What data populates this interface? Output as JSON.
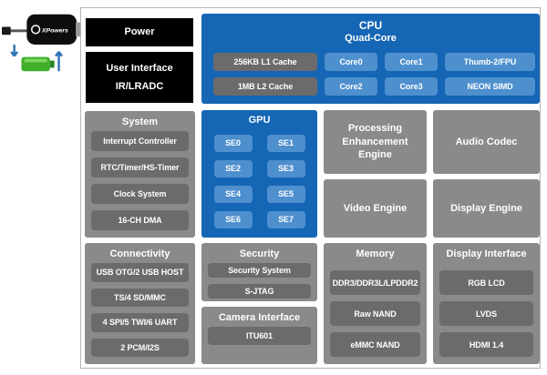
{
  "device": {
    "brand": "XPowers"
  },
  "left_column": {
    "power": "Power",
    "user_interface": {
      "line1": "User Interface",
      "line2": "IR/LRADC"
    },
    "system": {
      "title": "System",
      "items": [
        "Interrupt Controller",
        "RTC/Timer/HS-Timer",
        "Clock System",
        "16-CH DMA"
      ]
    },
    "connectivity": {
      "title": "Connectivity",
      "items": [
        "USB OTG/2 USB HOST",
        "TS/4 SD/MMC",
        "4 SPI/5 TWI/6 UART",
        "2 PCM/I2S"
      ]
    }
  },
  "cpu": {
    "title": "CPU",
    "subtitle": "Quad-Core",
    "l1_cache": "256KB L1 Cache",
    "l2_cache": "1MB L2 Cache",
    "cores": [
      "Core0",
      "Core1",
      "Core2",
      "Core3"
    ],
    "fpu": "Thumb-2/FPU",
    "simd": "NEON SIMD"
  },
  "gpu": {
    "title": "GPU",
    "shader_engines": [
      "SE0",
      "SE1",
      "SE2",
      "SE3",
      "SE4",
      "SE5",
      "SE6",
      "SE7"
    ]
  },
  "engines": {
    "processing": "Processing Enhancement Engine",
    "audio": "Audio Codec",
    "video": "Video Engine",
    "display": "Display Engine"
  },
  "security": {
    "title": "Security",
    "items": [
      "Security System",
      "S-JTAG"
    ]
  },
  "camera": {
    "title": "Camera Interface",
    "items": [
      "ITU601"
    ]
  },
  "memory": {
    "title": "Memory",
    "items": [
      "DDR3/DDR3L/LPDDR2",
      "Raw NAND",
      "eMMC NAND"
    ]
  },
  "display_interface": {
    "title": "Display Interface",
    "items": [
      "RGB LCD",
      "LVDS",
      "HDMI 1.4"
    ]
  },
  "colors": {
    "blue_block": "#1566b4",
    "light_blue_chip": "#4e8fce",
    "gray_section": "#8a8a8a",
    "gray_chip": "#6b6b6b",
    "black_block": "#000000",
    "battery_green": "#3fae2a",
    "arrow_blue": "#2e75b6"
  }
}
